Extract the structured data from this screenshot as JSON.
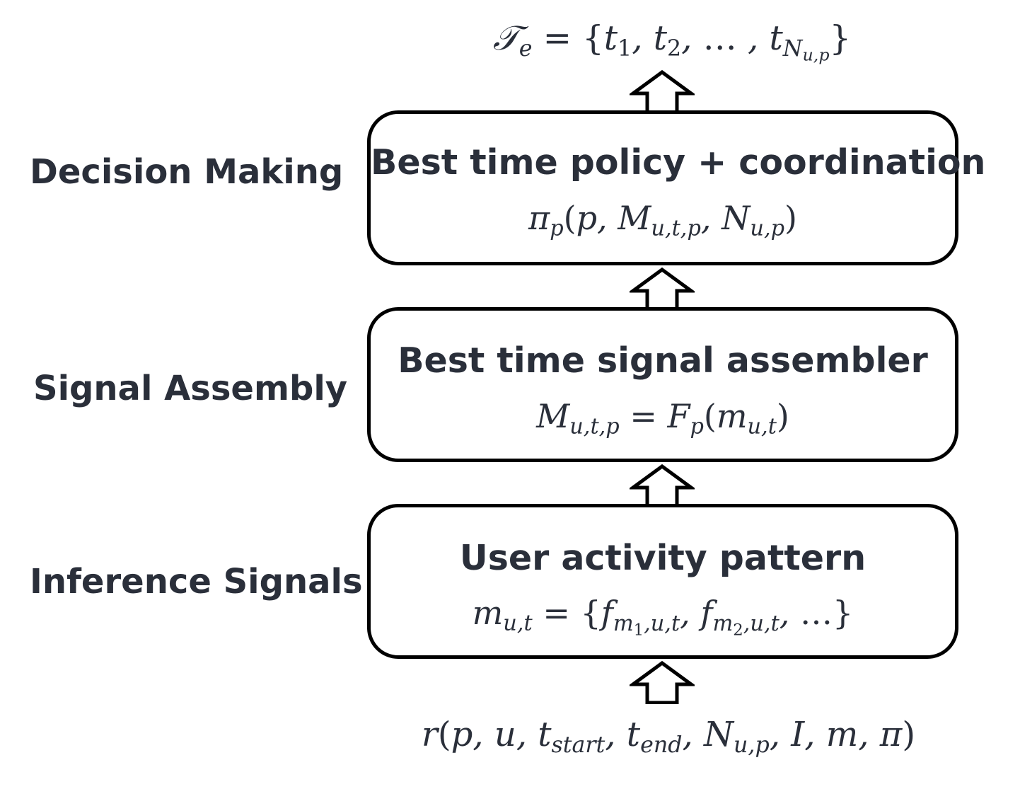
{
  "layers": {
    "decision": "Decision Making",
    "signal": "Signal Assembly",
    "inference": "Inference Signals"
  },
  "boxes": {
    "policy_title": "Best time policy + coordination",
    "assembler_title": "Best time signal assembler",
    "activity_title": "User activity pattern"
  },
  "formulas": {
    "output": "𝒯e = {t1, t2, … , tNu,p}",
    "policy": "πp(p, Mu,t,p, Nu,p)",
    "assembler": "Mu,t,p = Fp(mu,t)",
    "activity": "mu,t = {fm1,u,t, fm2,u,t, …}",
    "input": "r(p, u, tstart, tend, Nu,p, I, m, π)"
  }
}
